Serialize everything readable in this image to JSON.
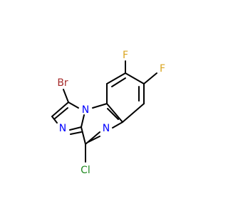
{
  "molecule": {
    "atoms": [
      {
        "id": "br",
        "symbol": "Br",
        "color": "#a52a2a"
      },
      {
        "id": "f1",
        "symbol": "F",
        "color": "#daa520"
      },
      {
        "id": "f2",
        "symbol": "F",
        "color": "#daa520"
      },
      {
        "id": "n1",
        "symbol": "N",
        "color": "#0000ff"
      },
      {
        "id": "n2",
        "symbol": "N",
        "color": "#0000ff"
      },
      {
        "id": "n3",
        "symbol": "N",
        "color": "#0000ff"
      },
      {
        "id": "cl",
        "symbol": "Cl",
        "color": "#228b22"
      }
    ]
  },
  "colors": {
    "bond": "#000000",
    "background": "#ffffff"
  }
}
